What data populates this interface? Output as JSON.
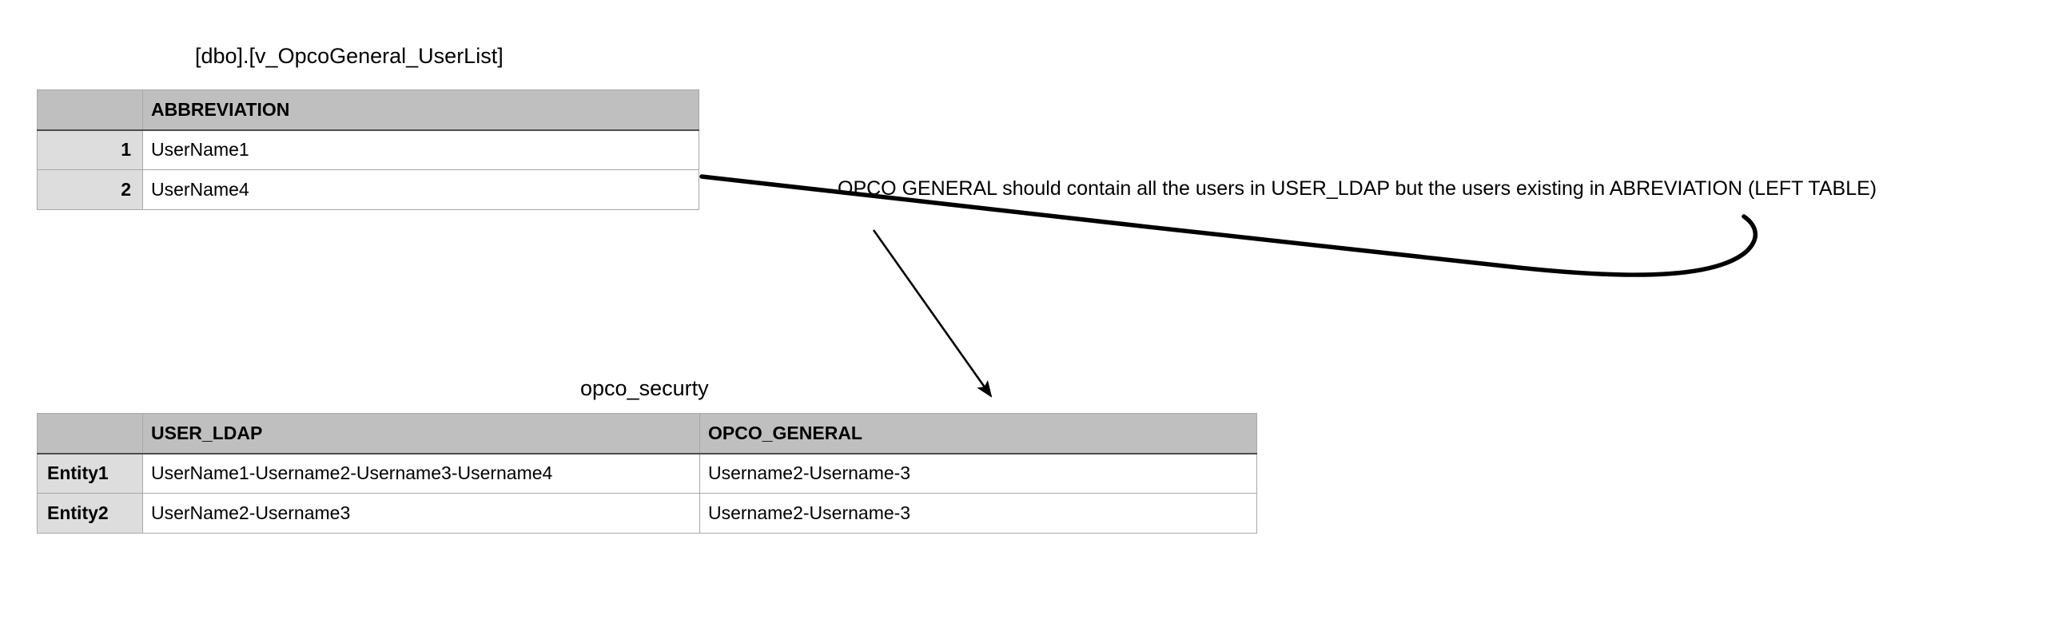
{
  "diagram": {
    "background_color": "#ffffff",
    "ink_color": "#000000",
    "header_fill": "#bfbfbf",
    "rowhead_fill": "#dddddd",
    "border_color": "#a8a8a8"
  },
  "top_table": {
    "title": "[dbo].[v_OpcoGeneral_UserList]",
    "corner_header": "",
    "columns": [
      "ABBREVIATION"
    ],
    "rows": [
      {
        "index": "1",
        "abbreviation": "UserName1"
      },
      {
        "index": "2",
        "abbreviation": "UserName4"
      }
    ]
  },
  "bottom_table": {
    "title": "opco_securty",
    "corner_header": "",
    "columns": [
      "USER_LDAP",
      "OPCO_GENERAL"
    ],
    "rows": [
      {
        "entity": "Entity1",
        "user_ldap": "UserName1-Username2-Username3-Username4",
        "opco_general": "Username2-Username-3"
      },
      {
        "entity": "Entity2",
        "user_ldap": "UserName2-Username3",
        "opco_general": "Username2-Username-3"
      }
    ]
  },
  "annotation": {
    "text": "OPCO GENERAL should contain all the users in USER_LDAP but the users existing in ABREVIATION (LEFT TABLE)"
  },
  "connectors": [
    {
      "name": "hooked-curve",
      "description": "thick curved line from top table right edge sweeping right and hooking upward",
      "style": "thick",
      "arrowhead": "none"
    },
    {
      "name": "pointer-arrow",
      "description": "thin arrow branching down toward the bottom table header",
      "style": "thin",
      "arrowhead": "filled-triangle"
    }
  ]
}
